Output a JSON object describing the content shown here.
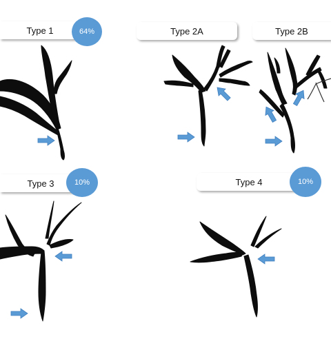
{
  "panels": [
    {
      "id": "type1",
      "label": "Type 1",
      "percent": "64%"
    },
    {
      "id": "type2a",
      "label": "Type 2A",
      "percent": ""
    },
    {
      "id": "type2b",
      "label": "Type 2B",
      "percent": ""
    },
    {
      "id": "type3",
      "label": "Type 3",
      "percent": "10%"
    },
    {
      "id": "type4",
      "label": "Type 4",
      "percent": "10%"
    }
  ],
  "colors": {
    "branch": "#0d0d0d",
    "arrow": "#5b9bd5",
    "badge": "#5b9bd5"
  }
}
